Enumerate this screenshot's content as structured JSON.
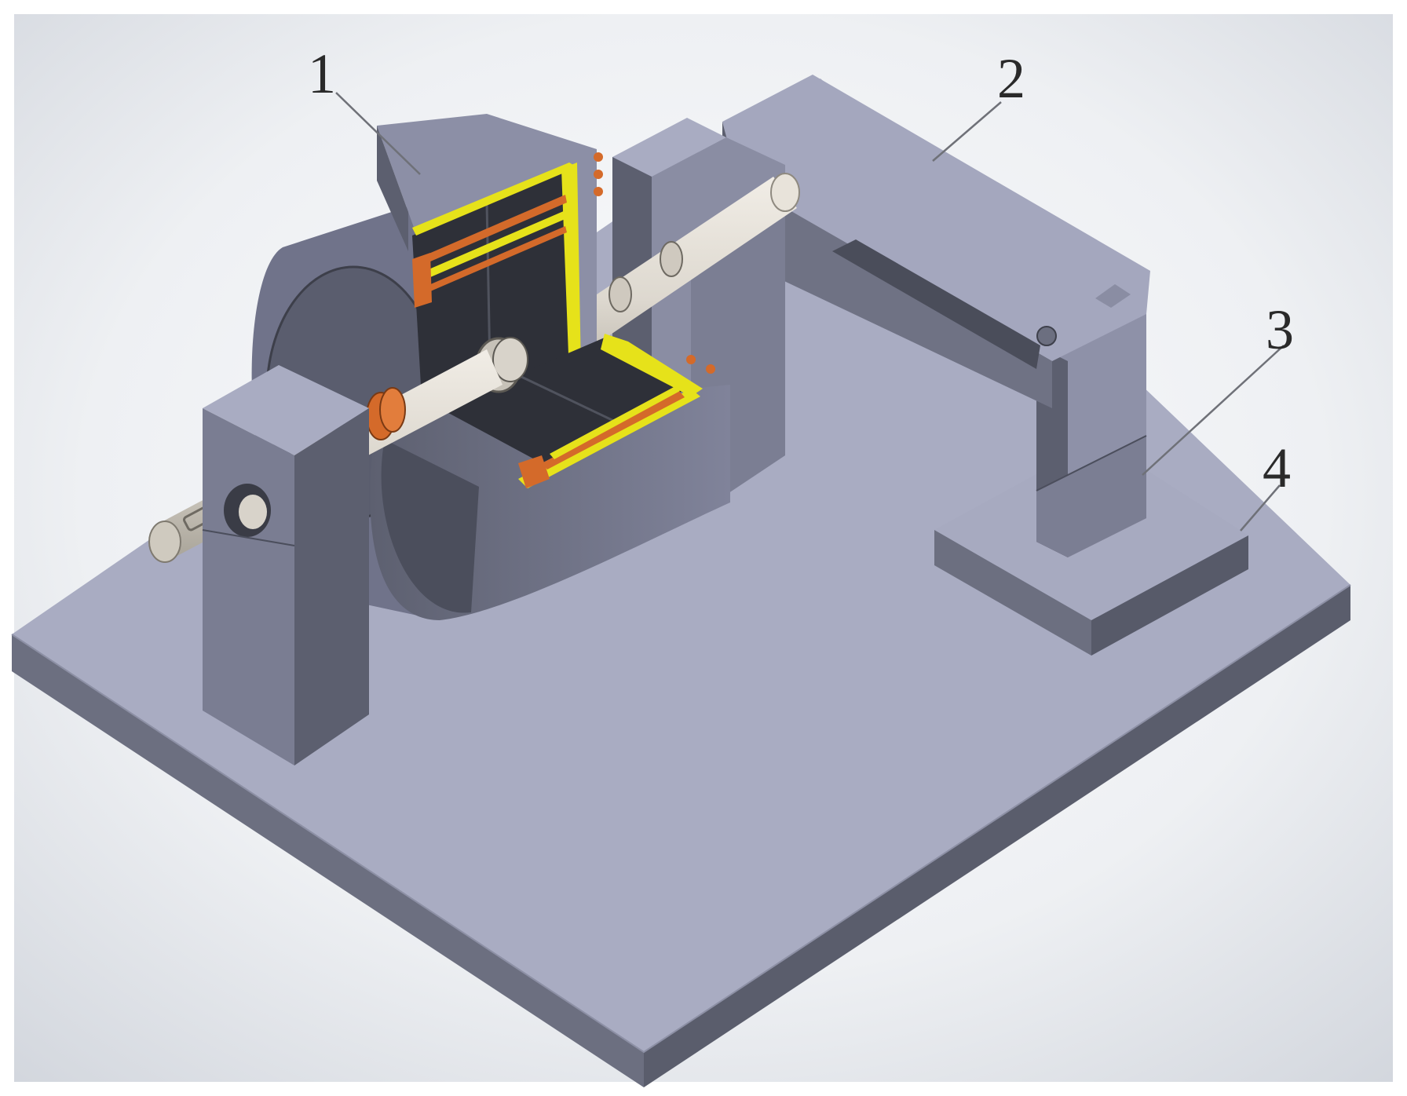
{
  "callouts": [
    {
      "label": "1"
    },
    {
      "label": "2"
    },
    {
      "label": "3"
    },
    {
      "label": "4"
    }
  ],
  "colors": {
    "background_light": "#f7f8fa",
    "background_dark": "#d4d8df",
    "body_top": "#a9acc2",
    "body_side": "#6c6f80",
    "body_dark": "#4b4e5c",
    "magnet": "#2e3038",
    "coil_yellow": "#e6e21a",
    "coil_orange": "#d46a2a",
    "shaft": "#ddd8cf",
    "leader": "#6f7178"
  }
}
